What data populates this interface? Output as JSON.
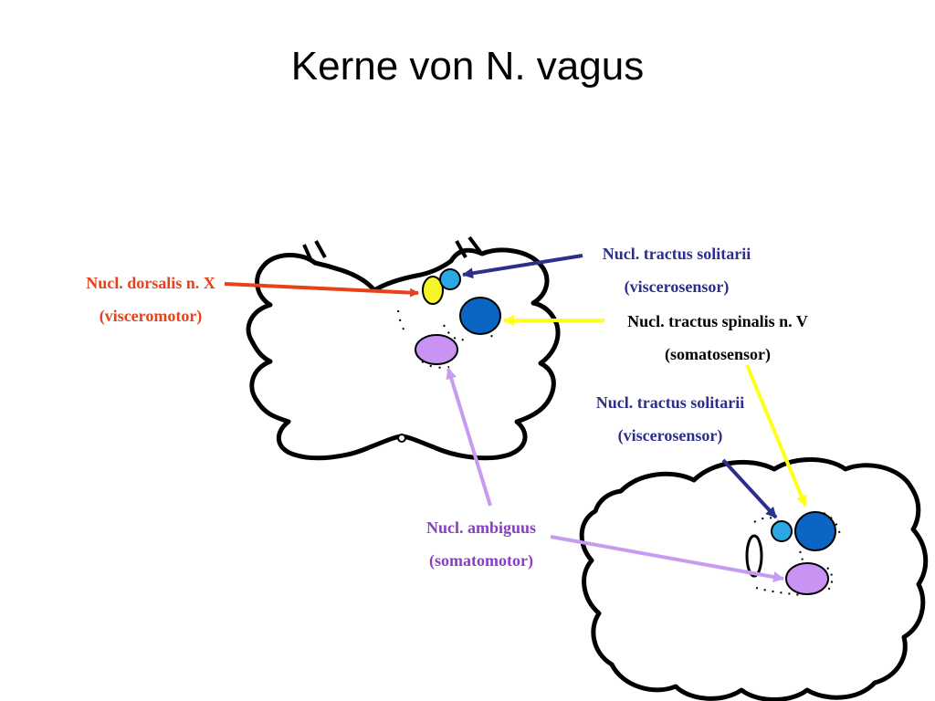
{
  "title": "Kerne von N. vagus",
  "colors": {
    "outline": "#000000",
    "dorsalis": "#e8411b",
    "solitarius_arrow": "#2e2e8c",
    "spinalis_arrow": "#ffff1a",
    "ambiguus_arrow": "#c79bf2",
    "ambiguus_text": "#8a3ec0",
    "yellow_nucleus": "#f5f52a",
    "light_blue_nucleus": "#2aa8e6",
    "dark_blue_nucleus": "#0a66c2",
    "purple_nucleus": "#c893f2"
  },
  "labels": {
    "dorsalis": {
      "name": "Nucl. dorsalis n. X",
      "function": "(visceromotor)"
    },
    "solitarii_top": {
      "name": "Nucl. tractus solitarii",
      "function": "(viscerosensor)"
    },
    "spinalis": {
      "name": "Nucl. tractus spinalis n. V",
      "function": "(somatosensor)"
    },
    "solitarii_bottom": {
      "name": "Nucl. tractus solitarii",
      "function": "(viscerosensor)"
    },
    "ambiguus": {
      "name": "Nucl. ambiguus",
      "function": "(somatomotor)"
    }
  }
}
